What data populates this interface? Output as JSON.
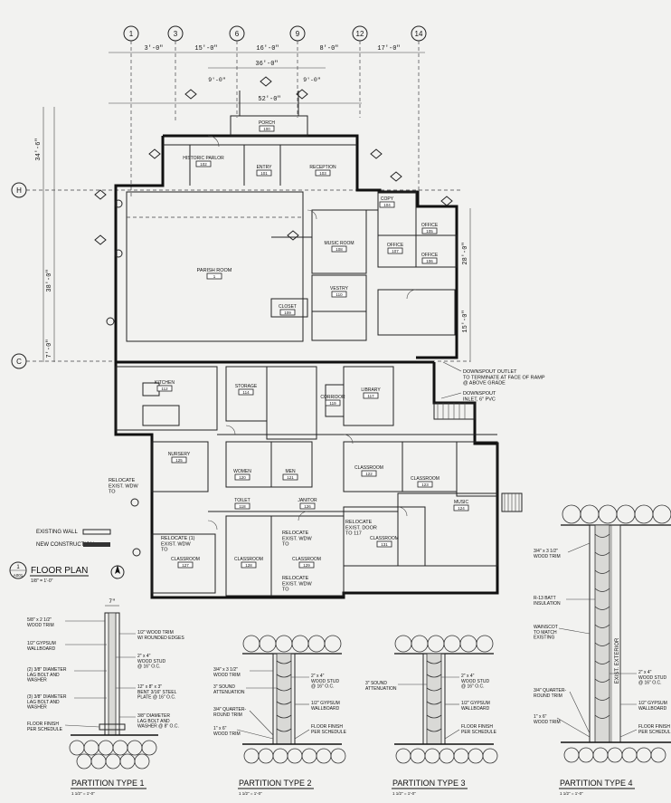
{
  "grid": {
    "columns": [
      "1",
      "3",
      "6",
      "9",
      "12",
      "14"
    ],
    "rows": [
      "H",
      "C"
    ]
  },
  "dimensions": {
    "top_row": [
      "3'-0\"",
      "15'-0\"",
      "16'-0\"",
      "8'-0\"",
      "17'-0\""
    ],
    "overall_1": "36'-0\"",
    "overall_2": "52'-0\"",
    "sub_1": "9'-0\"",
    "sub_2": "9'-0\"",
    "left_1": "34'-6\"",
    "left_2": "38'-0\"",
    "left_3": "7'-0\"",
    "right_1": "28'-0\"",
    "right_2": "15'-0\""
  },
  "rooms": {
    "historic_parlor": {
      "name": "HISTORIC PARLOR",
      "num": "102"
    },
    "entry": {
      "name": "ENTRY",
      "num": "101"
    },
    "reception": {
      "name": "RECEPTION",
      "num": "103"
    },
    "porch": {
      "name": "PORCH",
      "num": "100"
    },
    "parish_room": {
      "name": "PARISH ROOM",
      "num": "1"
    },
    "music_room": {
      "name": "MUSIC ROOM",
      "num": "108"
    },
    "office_a": {
      "name": "OFFICE",
      "num": "107"
    },
    "office_b": {
      "name": "OFFICE",
      "num": "106"
    },
    "office_c": {
      "name": "OFFICE",
      "num": "105"
    },
    "copy": {
      "name": "COPY",
      "num": "104"
    },
    "closet": {
      "name": "CLOSET",
      "num": "109"
    },
    "vestry": {
      "name": "VESTRY",
      "num": "110"
    },
    "kitchen": {
      "name": "KITCHEN",
      "num": "112"
    },
    "storage": {
      "name": "STORAGE",
      "num": "114"
    },
    "library": {
      "name": "LIBRARY",
      "num": "117"
    },
    "nursery": {
      "name": "NURSERY",
      "num": "125"
    },
    "womens": {
      "name": "WOMEN",
      "num": "120"
    },
    "mens": {
      "name": "MEN",
      "num": "121"
    },
    "classroom_1": {
      "name": "CLASSROOM",
      "num": "122"
    },
    "classroom_2": {
      "name": "CLASSROOM",
      "num": "123"
    },
    "classroom_3": {
      "name": "CLASSROOM",
      "num": "127"
    },
    "classroom_4": {
      "name": "CLASSROOM",
      "num": "128"
    },
    "classroom_5": {
      "name": "CLASSROOM",
      "num": "129"
    },
    "classroom_6": {
      "name": "CLASSROOM",
      "num": "131"
    },
    "music": {
      "name": "MUSIC",
      "num": "124"
    },
    "corridor": {
      "name": "CORRIDOR",
      "num": "119"
    },
    "toilet": {
      "name": "TOILET",
      "num": "118"
    },
    "janitor": {
      "name": "JANITOR",
      "num": "126"
    }
  },
  "notes": {
    "relocate_1": "RELOCATE\nEXIST. WDW\nTO",
    "relocate_2": "RELOCATE (1)\nEXIST. WDW\nTO",
    "relocate_3": "RELOCATE\nEXIST. WDW\nTO",
    "relocate_4": "RELOCATE\nEXIST. DOOR\nTO 117",
    "relocate_5": "RELOCATE\nEXIST. WDW\nTO",
    "downspout_outlet": "DOWNSPOUT OUTLET\nTO TERMINATE AT FACE OF RAMP\n@ ABOVE GRADE",
    "downspout": "DOWNSPOUT\nINLET, 6\" PVC"
  },
  "legend": {
    "existing_wall": "EXISTING WALL",
    "new_construction": "NEW CONSTRUCTION"
  },
  "floor_plan_title": {
    "marker": "1",
    "sheet": "A001",
    "title": "FLOOR PLAN",
    "scale": "1/8\" = 1'-0\""
  },
  "partition_1": {
    "title": "PARTITION TYPE 1",
    "scale": "1 1/2\" = 1'-0\"",
    "dim": "7\"",
    "callouts_left": [
      "5/8\" x 2 1/2\"\nWOOD TRIM",
      "1/2\" GYPSUM\nWALLBOARD",
      "(2) 3/8\" DIAMETER\nLAG BOLT AND\nWASHER",
      "(3) 3/8\" DIAMETER\nLAG BOLT AND\nWASHER",
      "FLOOR FINISH\nPER SCHEDULE"
    ],
    "callouts_right": [
      "1/2\" WOOD TRIM\nW/ ROUNDED EDGES",
      "2\" x 4\"\nWOOD STUD\n@ 16\" O.C.",
      "12\" x 8\" x 3\"\nBENT 3/16\" STEEL\nPLATE @ 16\" O.C.",
      "3/8\" DIAMETER\nLAG BOLT AND\nWASHER @ 8\" O.C."
    ]
  },
  "partition_2": {
    "title": "PARTITION TYPE 2",
    "scale": "1 1/2\" = 1'-0\"",
    "callouts_left": [
      "3/4\" x 3 1/2\"\nWOOD TRIM",
      "3\" SOUND\nATTENUATION",
      "3/4\" QUARTER-\nROUND TRIM",
      "1\" x 6\"\nWOOD TRIM"
    ],
    "callouts_right": [
      "2\" x 4\"\nWOOD STUD\n@ 16\" O.C.",
      "1/2\" GYPSUM\nWALLBOARD",
      "FLOOR FINISH\nPER SCHEDULE"
    ]
  },
  "partition_3": {
    "title": "PARTITION TYPE 3",
    "scale": "1 1/2\" = 1'-0\"",
    "callouts_left": [
      "3\" SOUND\nATTENUATION"
    ],
    "callouts_right": [
      "2\" x 4\"\nWOOD STUD\n@ 16\" O.C.",
      "1/2\" GYPSUM\nWALLBOARD",
      "FLOOR FINISH\nPER SCHEDULE"
    ]
  },
  "partition_4": {
    "title": "PARTITION TYPE 4",
    "scale": "1 1/2\" = 1'-0\"",
    "callouts_left": [
      "3/4\" x 3 1/2\"\nWOOD TRIM",
      "R-13 BATT\nINSULATION",
      "WAINSCOT\nTO MATCH\nEXISTING",
      "3/4\" QUARTER-\nROUND TRIM",
      "1\" x 6\"\nWOOD TRIM"
    ],
    "callouts_right": [
      "2\" x 4\"\nWOOD STUD\n@ 16\" O.C.",
      "1/2\" GYPSUM\nWALLBOARD",
      "FLOOR FINISH\nPER SCHEDULE"
    ],
    "side_label": "EXIST. EXTERIOR"
  }
}
